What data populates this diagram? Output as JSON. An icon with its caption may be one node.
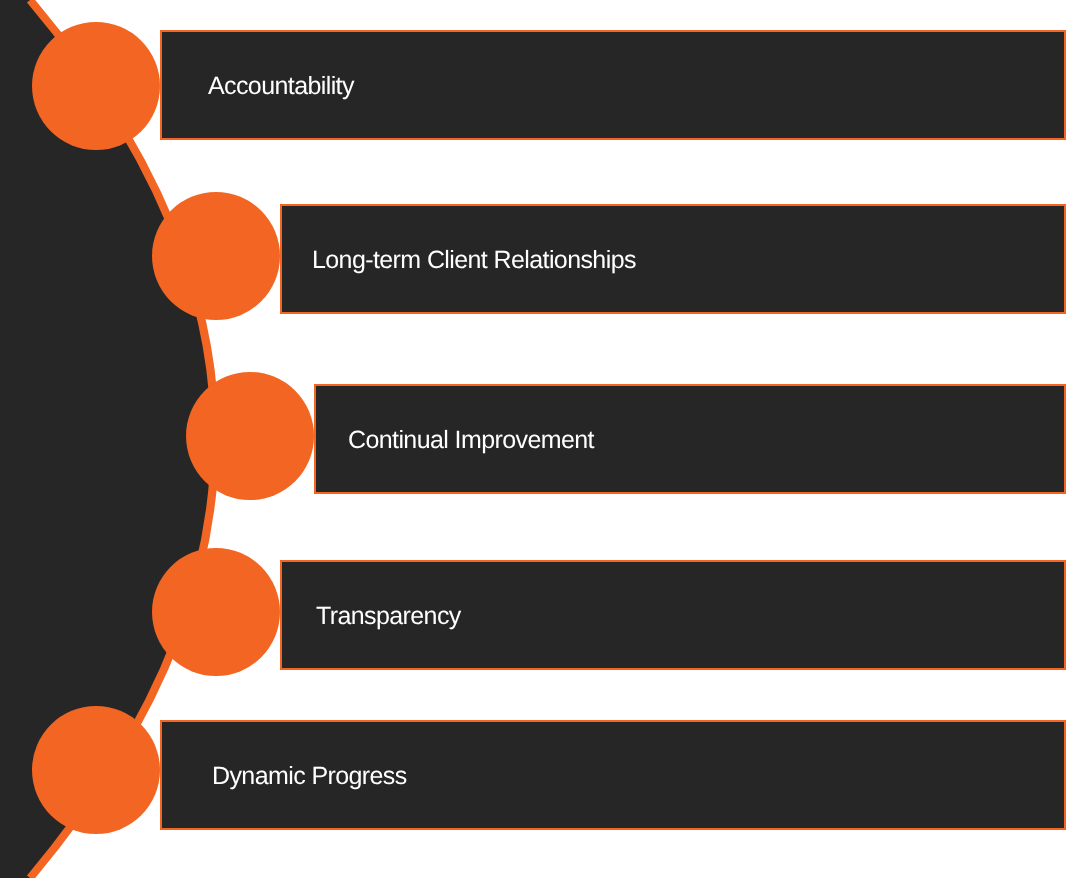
{
  "diagram": {
    "nodes": [
      {
        "text": [
          "Accountability"
        ]
      },
      {
        "text": [
          "Long-term Client Relationships"
        ]
      },
      {
        "text": [
          "Continual Improvement"
        ]
      },
      {
        "text": [
          "Transparency"
        ]
      },
      {
        "text": [
          "Dynamic Progress"
        ]
      }
    ]
  }
}
